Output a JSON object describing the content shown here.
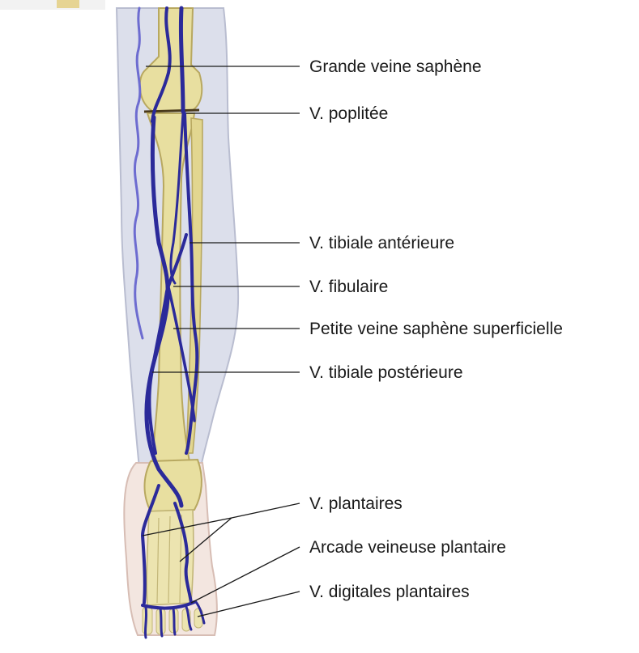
{
  "diagram": {
    "labels": {
      "grande_veine_saphene": "Grande veine saphène",
      "v_poplitee": "V. poplitée",
      "v_tibiale_anterieure": "V. tibiale antérieure",
      "v_fibulaire": "V. fibulaire",
      "petite_veine_saphene": "Petite veine saphène superficielle",
      "v_tibiale_posterieure": "V. tibiale postérieure",
      "v_plantaires": "V. plantaires",
      "arcade_veineuse_plantaire": "Arcade veineuse plantaire",
      "v_digitales_plantaires": "V. digitales plantaires"
    },
    "colors": {
      "vein": "#2b2a9a",
      "superficial_vein": "#6d6cd0",
      "bone": "#e8dfa0",
      "bone_shadow": "#b8a860",
      "skin": "#dcdfeb",
      "foot_skin": "#f3e6e0",
      "leader_line": "#1a1a1a"
    }
  }
}
